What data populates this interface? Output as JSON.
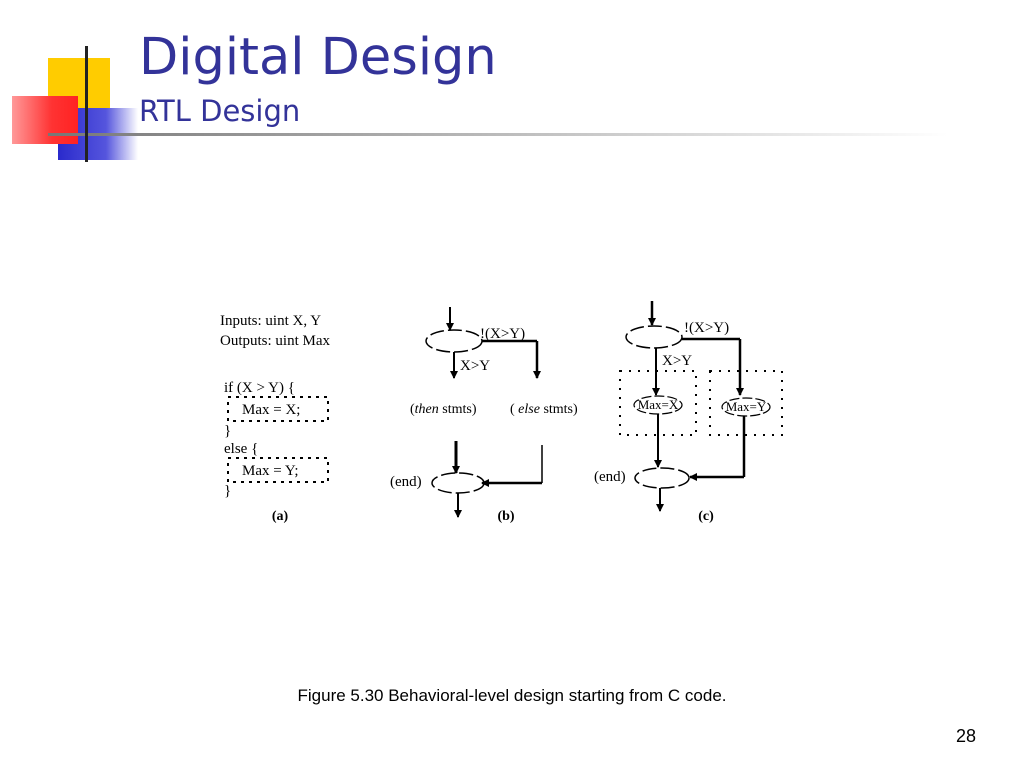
{
  "header": {
    "title": "Digital Design",
    "subtitle": "RTL Design"
  },
  "colors": {
    "title": "#333399",
    "square_yellow": "#ffcc00",
    "square_red": "#ff3333",
    "square_blue": "#3333cc"
  },
  "diagram": {
    "code": {
      "inputs": "Inputs: uint X, Y",
      "outputs": "Outputs: uint Max",
      "if_line": "if (X > Y) {",
      "then_stmt": "Max = X;",
      "close1": "}",
      "else_line": "else {",
      "else_stmt": "Max = Y;",
      "close2": "}",
      "label": "(a)"
    },
    "flow_b": {
      "not_cond": "!(X>Y)",
      "cond": "X>Y",
      "then_prefix": "(",
      "then_word": "then",
      "then_suffix": " stmts)",
      "else_prefix": "( ",
      "else_word": "else",
      "else_suffix": " stmts)",
      "end": "(end)",
      "label": "(b)"
    },
    "flow_c": {
      "not_cond": "!(X>Y)",
      "cond": "X>Y",
      "assign_x": "Max=X",
      "assign_y": "Max=Y",
      "end": "(end)",
      "label": "(c)"
    }
  },
  "caption": "Figure 5.30 Behavioral-level design starting from C code.",
  "page_number": "28"
}
